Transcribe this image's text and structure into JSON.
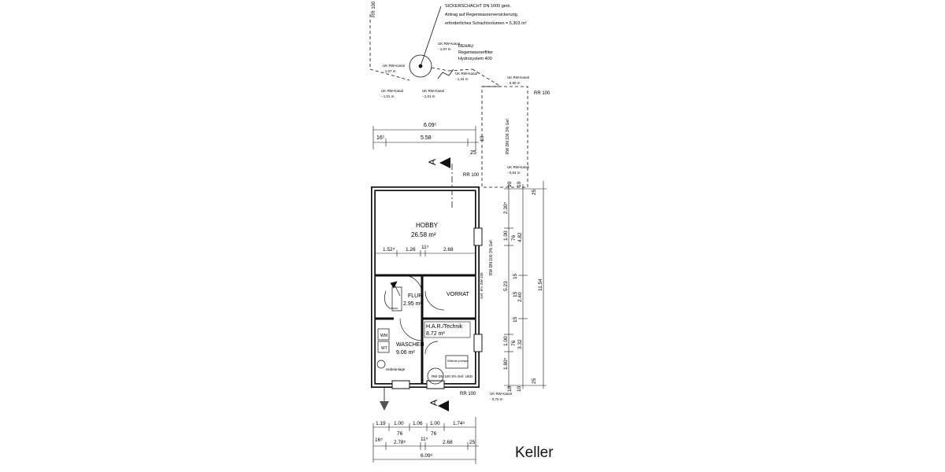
{
  "floor_label": "Keller",
  "rooms": {
    "hobby": {
      "name": "HOBBY",
      "area": "26.58 m²"
    },
    "flur": {
      "name": "FLUR",
      "area": "2.95 m²"
    },
    "vorrat": {
      "name": "VORRAT"
    },
    "har": {
      "name": "H.A.R./Technik",
      "area": "8.72 m²"
    },
    "waschen": {
      "name": "WASCHEN",
      "area": "9.06 m²"
    }
  },
  "fixtures": {
    "wm": "WM",
    "wt": "WT",
    "hebeanlage": "Hebeanlage",
    "waermepumpe": "Wärme-pumpe",
    "rw_inner": "RW DN 100 3% Gef. UKD"
  },
  "notes": {
    "sickerschacht_1": "SICKERSCHACHT DN 1000 gem.",
    "sickerschacht_2": "Antrag auf Regenwasserversickerung,",
    "sickerschacht_3": "erforderliches Schachtvolumen = 5,303 m³",
    "rehau_1": "REHAU",
    "rehau_2": "Regenwasserfilter",
    "rehau_3": "Hydrosystem 400",
    "rr100_top": "RR 100",
    "rr100_right": "RR 100",
    "rr100_mid": "RR 100",
    "rr100_bottom": "RR 100",
    "rw_pipe_right": "RW DN 100 3% Gef.",
    "rw_pipe_left": "RW DN 100 3% Gef.",
    "gef": "Gef. 6% SW 100"
  },
  "uk": [
    {
      "label": "UK RW-Kanal",
      "value": "- 1,07 m"
    },
    {
      "label": "UK RW-Kanal",
      "value": "- 1,07 m"
    },
    {
      "label": "UK RW-Kanal",
      "value": "- 1,01 m"
    },
    {
      "label": "UK RW-Kanal",
      "value": "- 1,01 m"
    },
    {
      "label": "UK RW-Kanal",
      "value": "- 1,44 m"
    },
    {
      "label": "UK RW-Kanal",
      "value": "- 0,90 m"
    },
    {
      "label": "UK RW-Kanal",
      "value": "- 0,84 m"
    },
    {
      "label": "UK RW-Kanal",
      "value": "- 0,70 m"
    }
  ],
  "section_marker": "A",
  "dims": {
    "top_total": "6.09⁵",
    "top_16": "16⁵",
    "top_558": "5.58",
    "top_25": "25",
    "hobby_152": "1.52⁵",
    "hobby_126": "1.26",
    "hobby_11": "11⁵",
    "hobby_268": "2.68",
    "b_119": "1.19",
    "b_100a": "1.00",
    "b_106": "1.06",
    "b_100b": "1.00",
    "b_174": "1.74⁵",
    "b_76a": "76",
    "b_76b": "76",
    "b_16": "16⁵",
    "b_278": "2.78⁵",
    "b_11": "11⁵",
    "b_268": "2.68",
    "b_25": "25",
    "b_total": "6.09⁵",
    "r_10a": "10",
    "r_10b": "10",
    "r_230": "2.30⁵",
    "r_100a": "1.00",
    "r_76a": "76",
    "r_482": "4.82",
    "r_15a": "15",
    "r_523": "5.23",
    "r_240": "2.40",
    "r_1154": "11.54",
    "r_15b": "15",
    "r_100b": "1.00",
    "r_76b": "76",
    "r_332": "3.32",
    "r_180": "1.80⁵",
    "r_10c": "10",
    "r_10d": "10",
    "r_25a": "25",
    "r_25b": "25",
    "r_15c": "15",
    "r_10e": "10"
  }
}
